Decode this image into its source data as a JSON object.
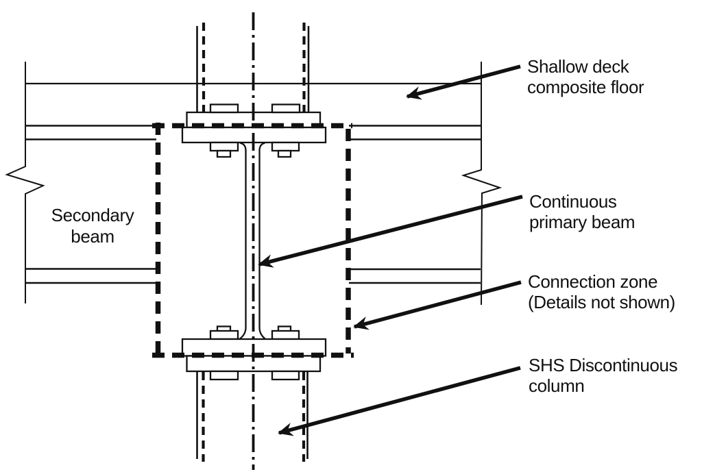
{
  "figure": {
    "background": "#ffffff",
    "line_color": "#111111",
    "labels": {
      "shallow_deck": {
        "line1": "Shallow deck",
        "line2": "composite floor"
      },
      "continuous_primary_beam": {
        "line1": "Continuous",
        "line2": "primary beam"
      },
      "connection_zone": {
        "line1": "Connection zone",
        "line2": "(Details not shown)"
      },
      "shs_column": {
        "line1": "SHS Discontinuous",
        "line2": "column"
      },
      "secondary_beam": {
        "line1": "Secondary",
        "line2": "beam"
      }
    }
  }
}
